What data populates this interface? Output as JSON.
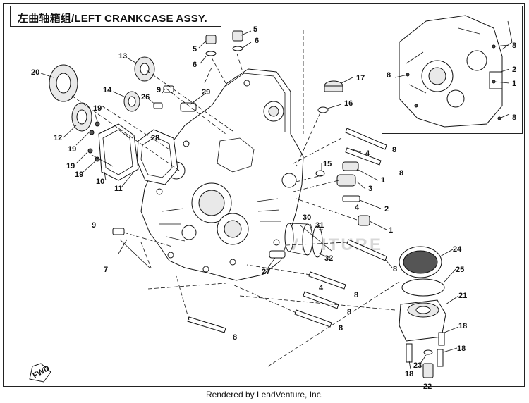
{
  "title": "左曲轴箱组/LEFT CRANKCASE ASSY.",
  "footer": "Rendered by LeadVenture, Inc.",
  "watermark": "LEADVENTURE",
  "fwd_label": "FWD",
  "callouts": {
    "c20": "20",
    "c13": "13",
    "c14": "14",
    "c26": "26",
    "c9a": "9",
    "c29": "29",
    "c12": "12",
    "c19a": "19",
    "c19b": "19",
    "c19c": "19",
    "c19d": "19",
    "c28": "28",
    "c10": "10",
    "c11": "11",
    "c5a": "5",
    "c6a": "6",
    "c5b": "5",
    "c6b": "6",
    "c17": "17",
    "c16": "16",
    "c8a": "8",
    "c4a": "4",
    "c8b": "8",
    "c15": "15",
    "c1a": "1",
    "c3": "3",
    "c2": "2",
    "c4b": "4",
    "c1b": "1",
    "c30": "30",
    "c31": "31",
    "c32": "32",
    "c9b": "9",
    "c7": "7",
    "c27": "27",
    "c8c": "8",
    "c4c": "4",
    "c8d": "8",
    "c8e": "8",
    "c8f": "8",
    "c8g": "8",
    "c24": "24",
    "c25": "25",
    "c21": "21",
    "c18a": "18",
    "c18b": "18",
    "c18c": "18",
    "c23": "23",
    "c22": "22",
    "i8a": "8",
    "i8b": "8",
    "i8c": "8",
    "i2": "2",
    "i1": "1"
  }
}
